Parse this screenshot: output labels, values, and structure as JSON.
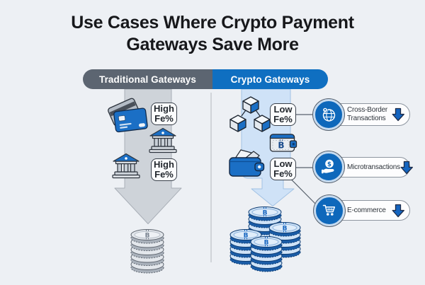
{
  "title": {
    "line1": "Use Cases Where Crypto Payment",
    "line2": "Gateways Save More"
  },
  "columns": {
    "traditional": {
      "header": "Traditional Gateways",
      "fee_badges": [
        {
          "line1": "High",
          "line2": "Fe%"
        },
        {
          "line1": "High",
          "line2": "Fe%"
        }
      ],
      "icons": [
        "credit-cards-icon",
        "bank-icon",
        "bank-icon"
      ],
      "result_icon": "gray-coin-stack"
    },
    "crypto": {
      "header": "Crypto Gateways",
      "fee_badges": [
        {
          "line1": "Low",
          "line2": "Fe%"
        },
        {
          "line1": "Low",
          "line2": "Fe%"
        }
      ],
      "icons": [
        "blockchain-cubes-icon",
        "bitcoin-wallet-icon",
        "crypto-wallet-icon"
      ],
      "result_icon": "bitcoin-coin-piles"
    }
  },
  "use_cases": [
    {
      "label_line1": "Cross-Border",
      "label_line2": "Transactions",
      "icon": "globe-pin-icon"
    },
    {
      "label_line1": "Microtransactions",
      "label_line2": "",
      "icon": "hand-dollar-icon"
    },
    {
      "label_line1": "E-commerce",
      "label_line2": "",
      "icon": "shopping-cart-icon"
    }
  ],
  "colors": {
    "background": "#edf0f4",
    "traditional_header_bg": "#5c6571",
    "crypto_header_bg": "#0f6fc1",
    "traditional_shaft": "#ced3d9",
    "crypto_shaft": "#cfe2f7",
    "accent_blue": "#1565c0",
    "badge_border": "#3a414b",
    "coin_blue": "#1a5ca6",
    "coin_gray": "#a9b1bb"
  }
}
